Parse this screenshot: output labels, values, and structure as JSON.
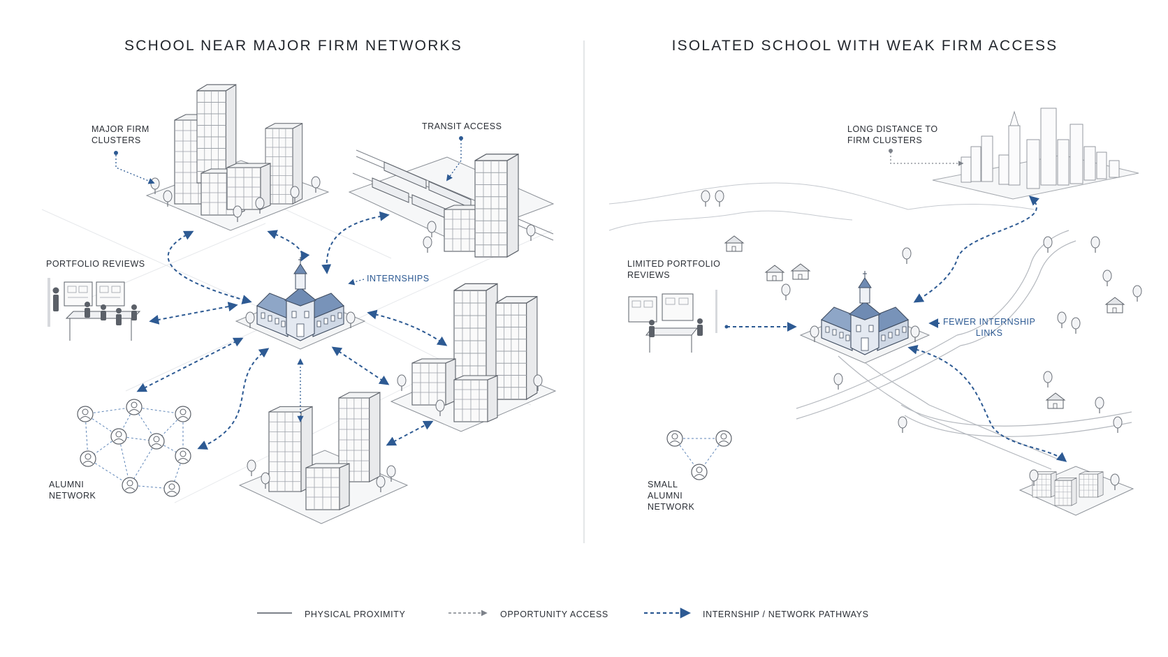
{
  "left_panel": {
    "title": "SCHOOL NEAR MAJOR FIRM NETWORKS",
    "labels": {
      "major_firm_clusters": "MAJOR FIRM\nCLUSTERS",
      "transit_access": "TRANSIT ACCESS",
      "portfolio_reviews": "PORTFOLIO REVIEWS",
      "internships": "INTERNSHIPS",
      "alumni_network": "ALUMNI\nNETWORK"
    }
  },
  "right_panel": {
    "title": "ISOLATED SCHOOL WITH WEAK FIRM ACCESS",
    "labels": {
      "long_distance": "LONG DISTANCE TO\nFIRM CLUSTERS",
      "limited_portfolio_reviews": "LIMITED PORTFOLIO\nREVIEWS",
      "fewer_internship_links": "FEWER INTERNSHIP\nLINKS",
      "small_alumni_network": "SMALL\nALUMNI\nNETWORK"
    }
  },
  "legend": {
    "physical_proximity": "PHYSICAL PROXIMITY",
    "opportunity_access": "OPPORTUNITY ACCESS",
    "network_pathways": "INTERNSHIP / NETWORK PATHWAYS"
  },
  "colors": {
    "accent_blue": "#2d5a93",
    "line_gray": "#7d828a",
    "sketch_gray": "#8b9097",
    "school_blue": "#7f98bd"
  },
  "icons": {
    "school": "school-building-icon",
    "alumni": "person-avatar-icon",
    "trees": "tree-icon"
  }
}
